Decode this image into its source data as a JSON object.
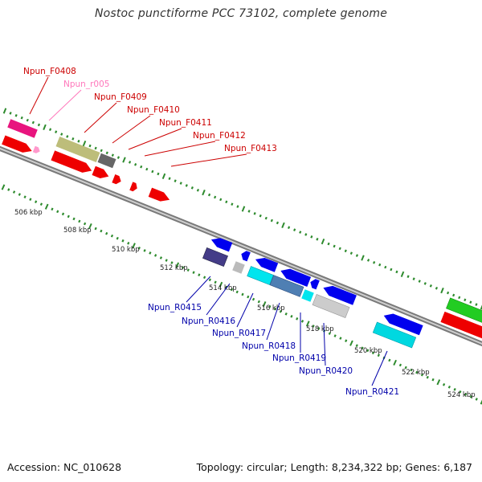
{
  "header": {
    "title": "Nostoc punctiforme PCC 73102, complete genome"
  },
  "footer": {
    "accession": "Accession: NC_010628",
    "stats": "Topology: circular; Length: 8,234,322 bp; Genes: 6,187"
  },
  "colors": {
    "forward_label": "#cc0000",
    "rna_label": "#ff77bb",
    "reverse_label": "#0000aa",
    "backbone": "#888888",
    "tick": "#2e8b2e"
  },
  "ruler": [
    {
      "label": "506 kbp"
    },
    {
      "label": "508 kbp"
    },
    {
      "label": "510 kbp"
    },
    {
      "label": "512 kbp"
    },
    {
      "label": "514 kbp"
    },
    {
      "label": "516 kbp"
    },
    {
      "label": "518 kbp"
    },
    {
      "label": "520 kbp"
    },
    {
      "label": "522 kbp"
    },
    {
      "label": "524 kbp"
    }
  ],
  "forward_labels": [
    {
      "text": "Npun_F0408",
      "color": "#cc0000"
    },
    {
      "text": "Npun_r005",
      "color": "#ff77bb"
    },
    {
      "text": "Npun_F0409",
      "color": "#cc0000"
    },
    {
      "text": "Npun_F0410",
      "color": "#cc0000"
    },
    {
      "text": "Npun_F0411",
      "color": "#cc0000"
    },
    {
      "text": "Npun_F0412",
      "color": "#cc0000"
    },
    {
      "text": "Npun_F0413",
      "color": "#cc0000"
    }
  ],
  "reverse_labels": [
    {
      "text": "Npun_R0415"
    },
    {
      "text": "Npun_R0416"
    },
    {
      "text": "Npun_R0417"
    },
    {
      "text": "Npun_R0418"
    },
    {
      "text": "Npun_R0419"
    },
    {
      "text": "Npun_R0420"
    },
    {
      "text": "Npun_R0421"
    }
  ]
}
